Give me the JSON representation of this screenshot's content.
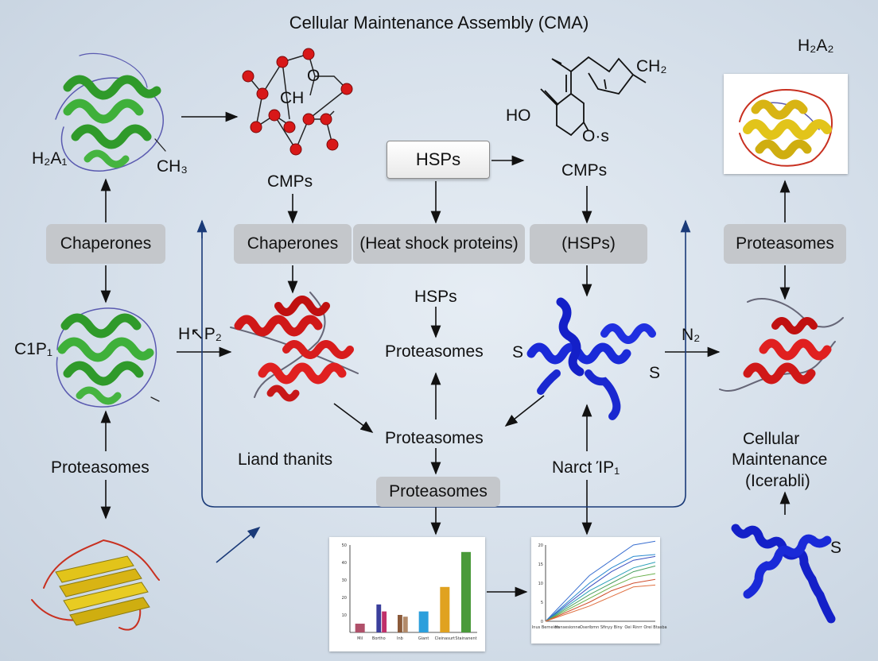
{
  "title": "Cellular Maintenance Assembly (CMA)",
  "labels": {
    "h2a1": "H₂A₁",
    "ch3": "CH₃",
    "cmps_left": "CMPs",
    "cmps_right": "CMPs",
    "hsps_box": "HSPs",
    "ho": "HO",
    "ch2": "CH₂",
    "o_s": "O·s",
    "ch_center": "CH",
    "o_ring": "O",
    "h2a2": "H₂A₂",
    "c1p1": "C1P₁",
    "hp2": "H↖P₂",
    "hsps_mid": "HSPs",
    "proteasomes_mid": "Proteasomes",
    "proteasomes_lower": "Proteasomes",
    "proteasomes_left": "Proteasomes",
    "liand": "Liand thanits",
    "narct": "Narct ΊP₁",
    "n2": "N₂",
    "s_left": "S",
    "s_right": "S",
    "s_bottom": "S",
    "cellular": "Cellular",
    "maintenance": "Maintenance",
    "icerabli": "(Icerabli)"
  },
  "boxes": {
    "chaperones_left": "Chaperones",
    "chaperones_center": "Chaperones",
    "heat_shock": "(Heat shock proteins)",
    "hsps_paren": "(HSPs)",
    "proteasomes_right": "Proteasomes",
    "proteasomes_bottom": "Proteasomes"
  },
  "chart_data": [
    {
      "type": "bar",
      "ylim": [
        0,
        50
      ],
      "yticks": [
        "10",
        "20",
        "30",
        "40",
        "50"
      ],
      "categories": [
        "Mil",
        "Bortho",
        "Inb",
        "Giant",
        "Cleinasurt",
        "Stainanent"
      ],
      "series": [
        {
          "values": [
            5,
            16,
            10,
            12,
            26,
            46
          ]
        },
        {
          "values": [
            0,
            12,
            9,
            0,
            0,
            0
          ]
        }
      ],
      "colors": [
        "#b0506a",
        "#3a3f9c",
        "#8b5a3a",
        "#2b9fdc",
        "#e0a220",
        "#4a9a3a"
      ],
      "colors2": [
        "#b0506a",
        "#c0306a",
        "#b28a6a",
        "#2b9fdc",
        "#e0a220",
        "#4a9a3a"
      ]
    },
    {
      "type": "line",
      "ylim": [
        0,
        20
      ],
      "yticks": [
        "0",
        "5",
        "10",
        "15",
        "20"
      ],
      "xticks": [
        "Inus Berneion",
        "Hansesionne",
        "Oseribmn",
        "Sfinyy Biny",
        "Oei Rinrr",
        "Orei Btasba"
      ],
      "series": [
        {
          "color": "#3a6fd0",
          "values": [
            0,
            6,
            12,
            16,
            20,
            21
          ]
        },
        {
          "color": "#2a8ad0",
          "values": [
            0,
            5,
            10,
            14,
            17,
            17.5
          ]
        },
        {
          "color": "#3a4fc0",
          "values": [
            0,
            4.5,
            9,
            13,
            16,
            17
          ]
        },
        {
          "color": "#2aa0b8",
          "values": [
            0,
            4,
            8,
            11,
            14,
            15.5
          ]
        },
        {
          "color": "#4aa060",
          "values": [
            0,
            3.5,
            7,
            10,
            13,
            14.5
          ]
        },
        {
          "color": "#6ab04a",
          "values": [
            0,
            3,
            6,
            9,
            11.5,
            12.5
          ]
        },
        {
          "color": "#d05030",
          "values": [
            0,
            2.5,
            5,
            8,
            10,
            11
          ]
        },
        {
          "color": "#e07040",
          "values": [
            0,
            2,
            4,
            6.5,
            9,
            9.5
          ]
        }
      ]
    }
  ]
}
